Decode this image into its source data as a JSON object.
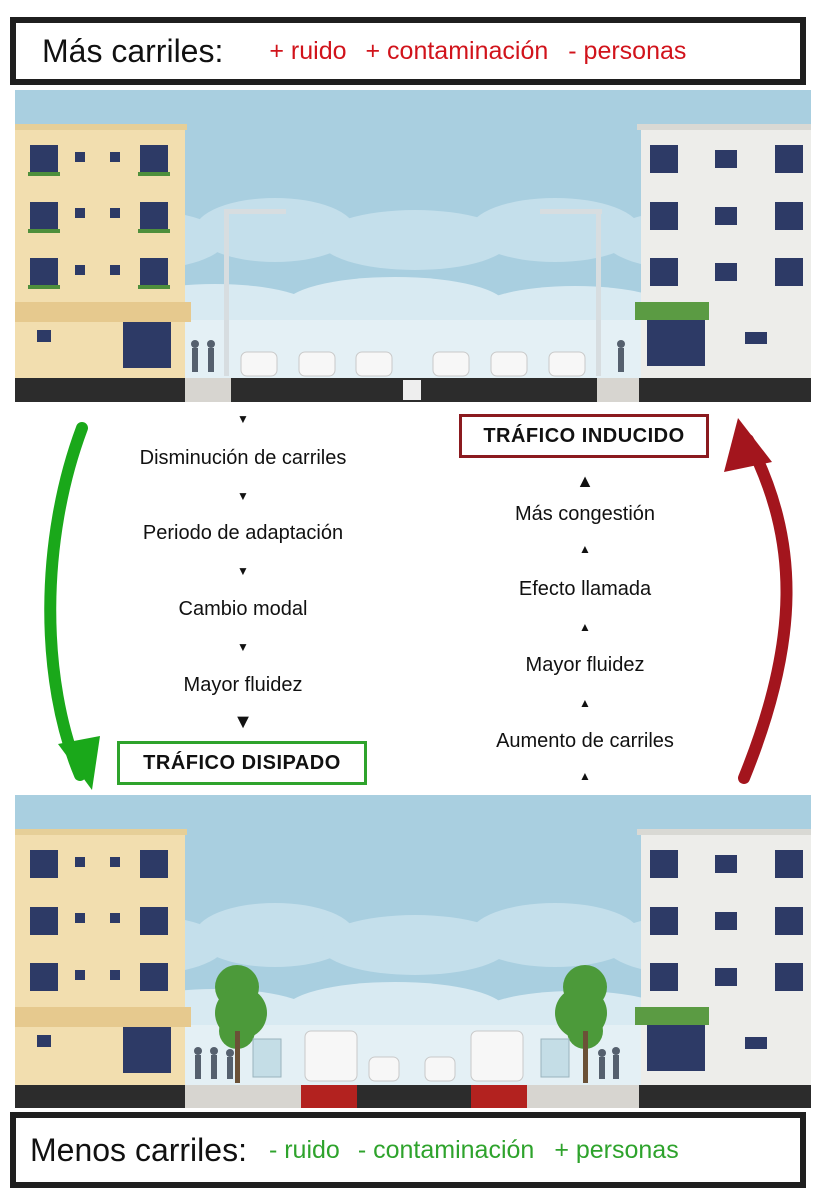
{
  "top_banner": {
    "lead": "Más carriles:",
    "terms": [
      "+ ruido",
      "+ contaminación",
      "- personas"
    ],
    "color": "#d1131b"
  },
  "bottom_banner": {
    "lead": "Menos carriles:",
    "terms": [
      "- ruido",
      "- contaminación",
      "+ personas"
    ],
    "color": "#2ea32c"
  },
  "left_cycle": {
    "steps": [
      "Disminución de carriles",
      "Periodo de adaptación",
      "Cambio modal",
      "Mayor fluidez"
    ],
    "result": "TRÁFICO DISIPADO",
    "arrow_color": "#1aa81a"
  },
  "right_cycle": {
    "steps": [
      "Aumento de carriles",
      "Mayor fluidez",
      "Efecto llamada",
      "Más congestión"
    ],
    "result": "TRÁFICO INDUCIDO",
    "arrow_color": "#a3151d"
  },
  "colors": {
    "sky": "#a9cfe0",
    "building_left": "#f2deaf",
    "building_right": "#ededea",
    "awning_right": "#5b9b43",
    "road": "#2c2c2c",
    "bus_lane": "#b3221f"
  }
}
